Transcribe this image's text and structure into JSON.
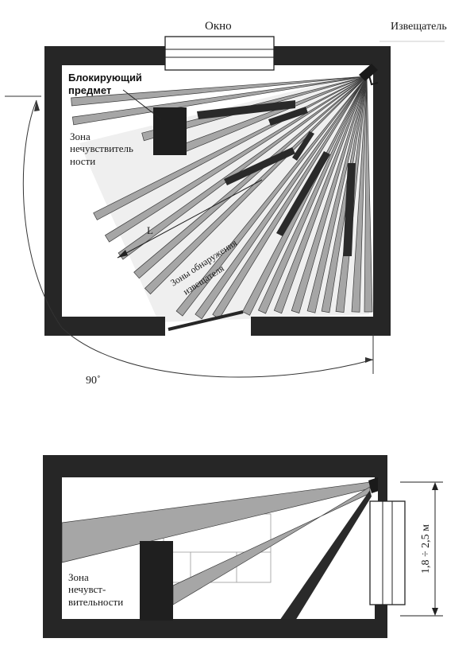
{
  "top_view": {
    "window_label": "Окно",
    "detector_label": "Извещатель",
    "blocking_line1": "Блокирующий",
    "blocking_line2": "предмет",
    "dead_zone_line1": "Зона",
    "dead_zone_line2": "нечувствитель",
    "dead_zone_line3": "ности",
    "distance_label": "L",
    "zones_line1": "Зоны обнаружения",
    "zones_line2": "извещателя",
    "angle_label": "90˚"
  },
  "side_view": {
    "dead_zone_line1": "Зона",
    "dead_zone_line2": "нечувст-",
    "dead_zone_line3": "вительности",
    "height_label": "1,8 ÷ 2,5 м"
  },
  "colors": {
    "wall": "#262626",
    "beam_fill": "#a6a6a6",
    "beam_stroke": "#3a3a3a",
    "shadow_fill": "#2a2a2a",
    "faint_fill": "#cfcfcf"
  }
}
